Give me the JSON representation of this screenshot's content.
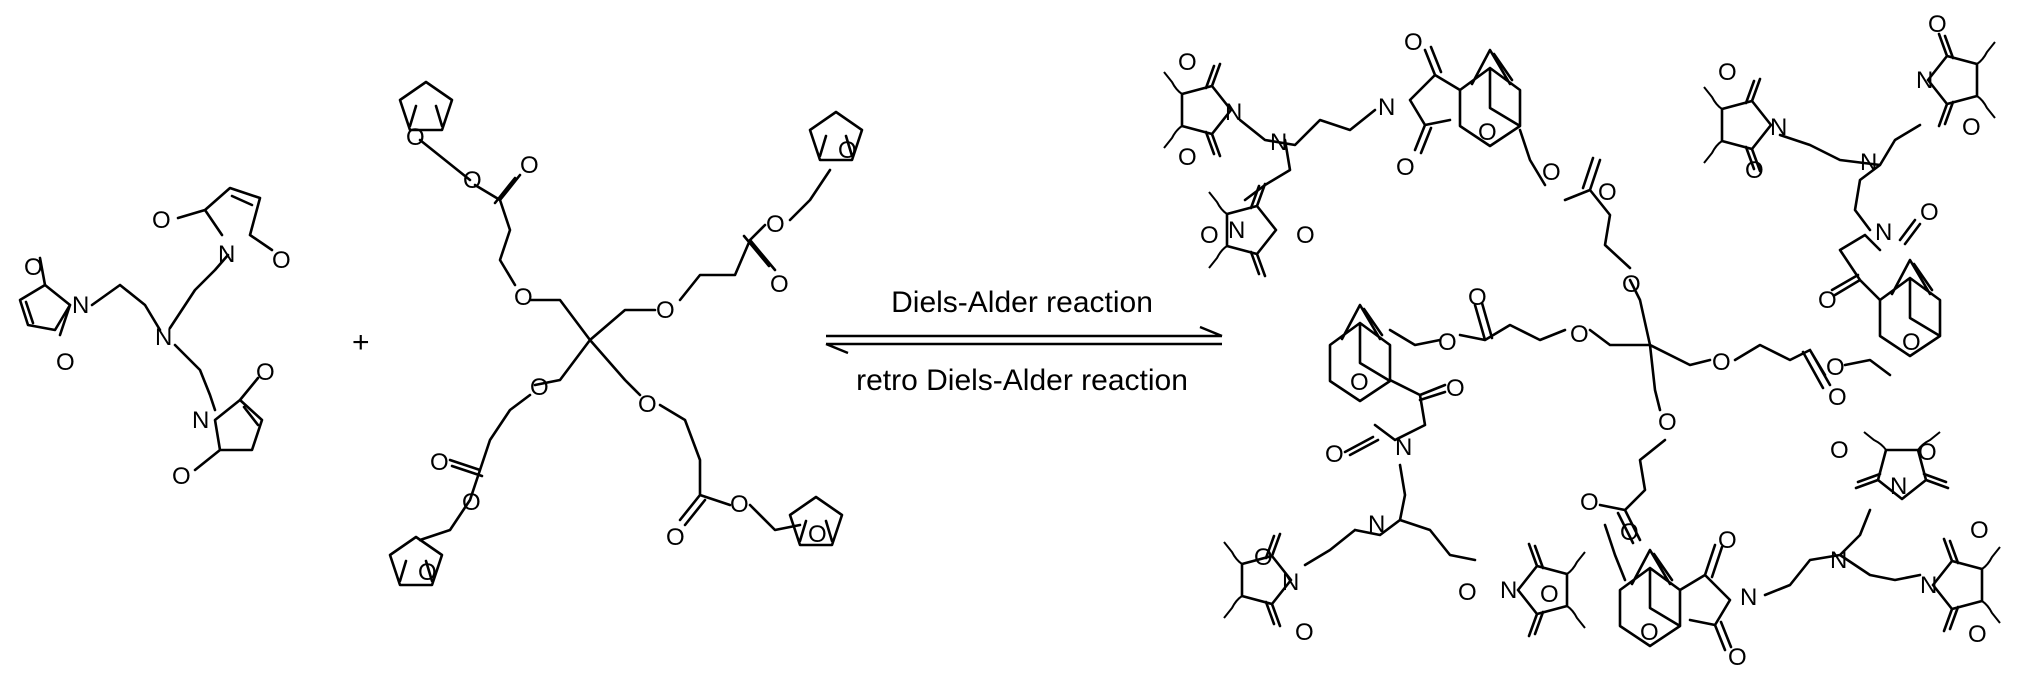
{
  "plus_sign": "+",
  "arrow": {
    "forward_label": "Diels-Alder reaction",
    "reverse_label": "retro Diels-Alder reaction"
  },
  "atoms": {
    "oxygen": "O",
    "nitrogen": "N"
  }
}
